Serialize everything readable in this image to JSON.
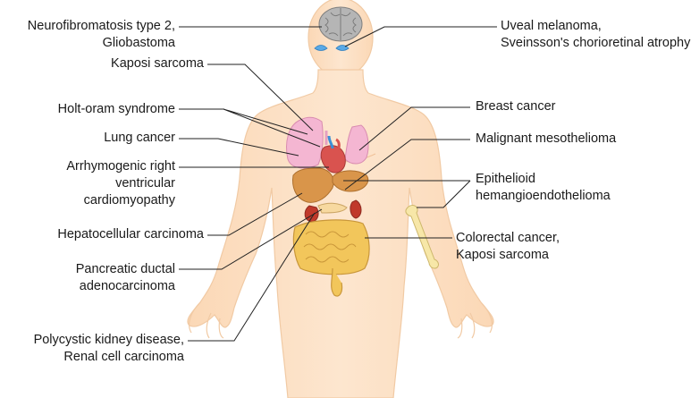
{
  "labels": {
    "nf2": [
      "Neurofibromatosis type 2,",
      "Gliobastoma"
    ],
    "kaposi_top": [
      "Kaposi sarcoma"
    ],
    "holt_oram": [
      "Holt-oram syndrome"
    ],
    "lung_cancer": [
      "Lung cancer"
    ],
    "arvc": [
      "Arrhymogenic right",
      "ventricular",
      "cardiomyopathy"
    ],
    "hcc": [
      "Hepatocellular carcinoma"
    ],
    "pdac": [
      "Pancreatic ductal",
      "adenocarcinoma"
    ],
    "pkd": [
      "Polycystic kidney disease,",
      "Renal cell carcinoma"
    ],
    "uveal": [
      "Uveal melanoma,",
      "Sveinsson's chorioretinal atrophy"
    ],
    "breast": [
      "Breast cancer"
    ],
    "meso": [
      "Malignant mesothelioma"
    ],
    "ehe": [
      "Epithelioid",
      "hemangioendothelioma"
    ],
    "colorectal": [
      "Colorectal cancer,",
      "Kaposi sarcoma"
    ]
  },
  "colors": {
    "skin": "#fde3c8",
    "skin_outline": "#f0c9a3",
    "brain": "#a9a9a9",
    "eye": "#5aa9e6",
    "lung": "#f4b6d2",
    "heart": "#d9534f",
    "liver": "#d9954a",
    "kidney": "#c0392b",
    "intestine": "#f2c65b",
    "bone": "#f7e7a8",
    "leader_line": "#222222"
  },
  "icons": {
    "brain": "brain-icon",
    "eyes": "eye-icon",
    "lungs": "lung-icon",
    "heart": "heart-icon",
    "liver": "liver-icon",
    "stomach": "stomach-icon",
    "kidneys": "kidney-icon",
    "pancreas": "pancreas-icon",
    "intestines": "intestine-icon",
    "bone": "bone-icon"
  }
}
